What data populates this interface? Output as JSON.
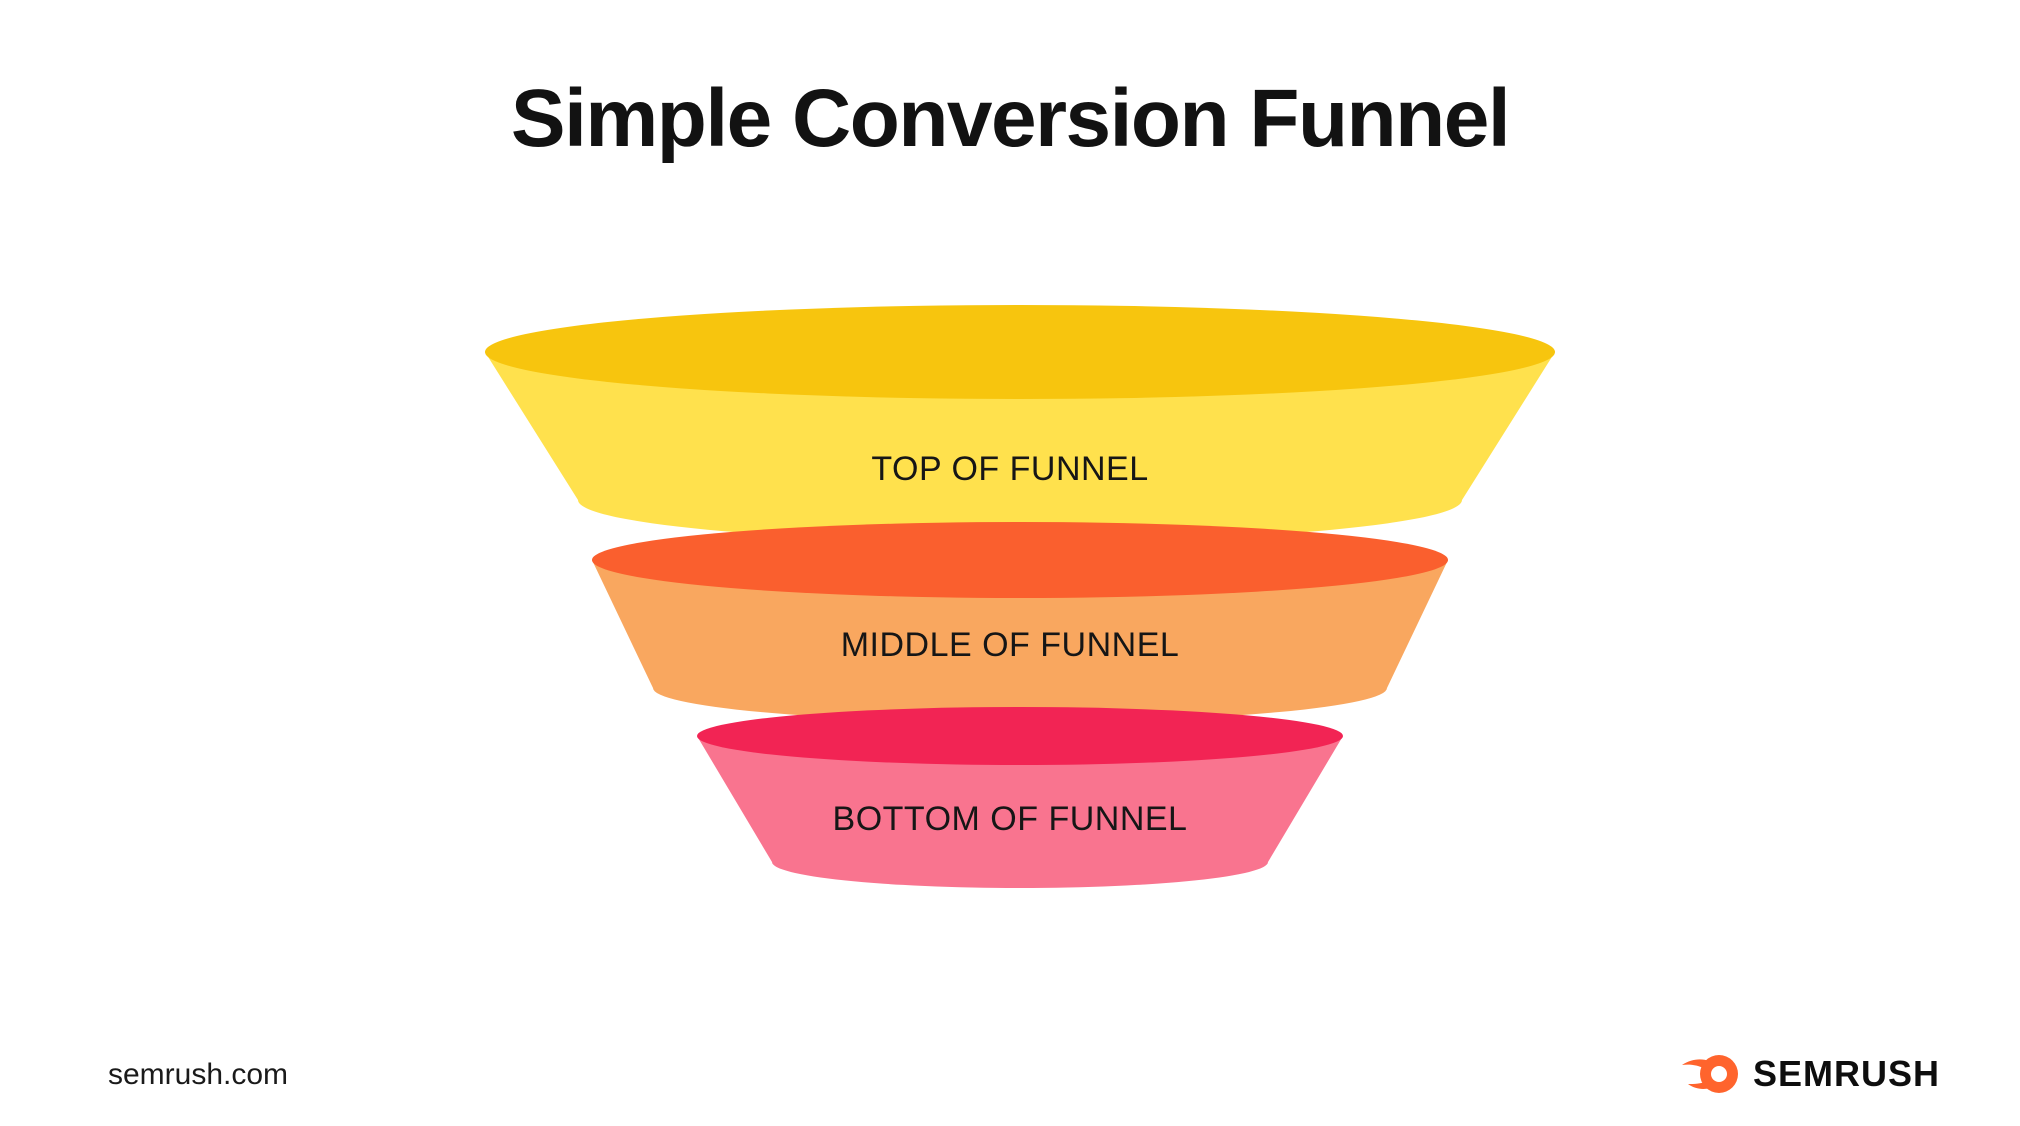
{
  "title": "Simple Conversion Funnel",
  "funnel": {
    "type": "funnel",
    "stages": [
      {
        "label": "TOP OF FUNNEL",
        "rim_color": "#F7C50E",
        "body_color": "#FFE14D"
      },
      {
        "label": "MIDDLE OF FUNNEL",
        "rim_color": "#FA5F2E",
        "body_color": "#F9A75F"
      },
      {
        "label": "BOTTOM OF FUNNEL",
        "rim_color": "#F22454",
        "body_color": "#F9748F"
      }
    ]
  },
  "footer": {
    "website": "semrush.com",
    "brand": "SEMRUSH",
    "brand_icon": "semrush-comet-icon",
    "brand_color": "#FF642D"
  }
}
